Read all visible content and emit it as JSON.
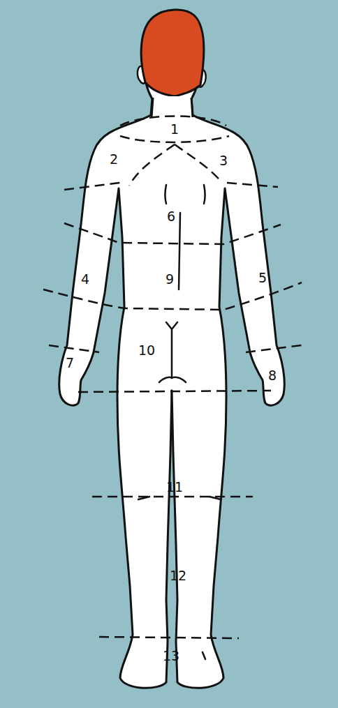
{
  "diagram": {
    "labels": [
      "1",
      "2",
      "3",
      "6",
      "4",
      "9",
      "5",
      "10",
      "7",
      "8",
      "11",
      "12",
      "13"
    ]
  }
}
